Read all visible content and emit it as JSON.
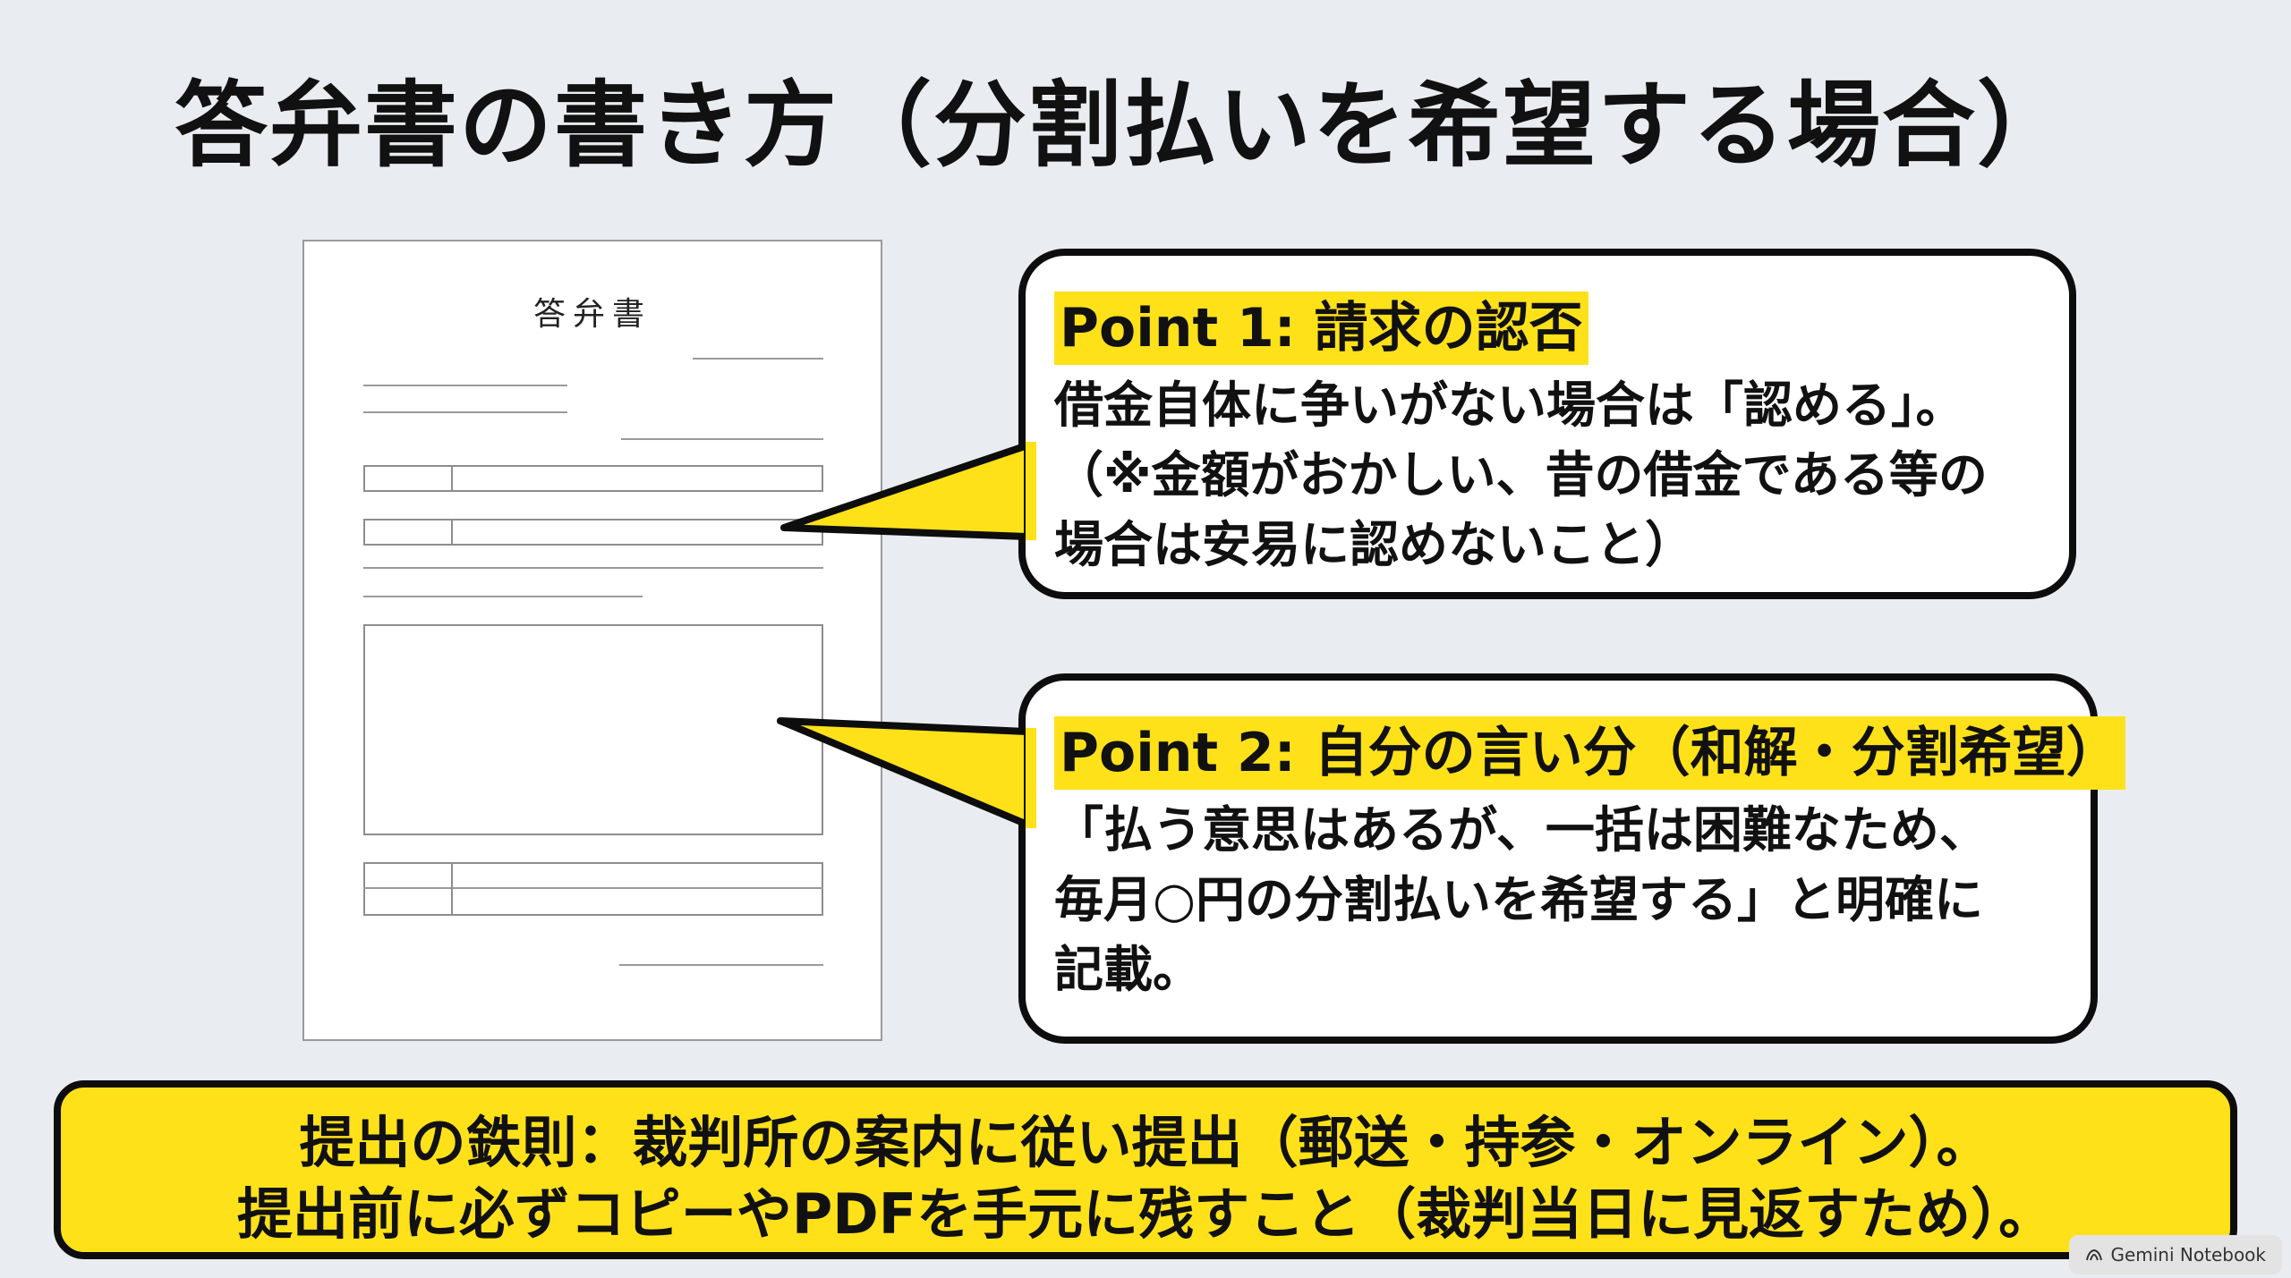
{
  "title": "答弁書の書き方（分割払いを希望する場合）",
  "document": {
    "heading": "答弁書"
  },
  "point1": {
    "heading": "Point 1: 請求の認否",
    "lines": [
      "借金自体に争いがない場合は「認める」。",
      "（※金額がおかしい、昔の借金である等の",
      "場合は安易に認めないこと）"
    ]
  },
  "point2": {
    "heading": "Point 2: 自分の言い分（和解・分割希望）",
    "lines": [
      "「払う意思はあるが、一括は困難なため、",
      "毎月○円の分割払いを希望する」と明確に",
      "記載。"
    ]
  },
  "banner": {
    "lines": [
      "提出の鉄則：裁判所の案内に従い提出（郵送・持参・オンライン）。",
      "提出前に必ずコピーやPDFを手元に残すこと（裁判当日に見返すため）。"
    ]
  },
  "watermark": {
    "label": "Gemini Notebook",
    "icon": "notebook-icon"
  },
  "colors": {
    "highlight": "#ffe11a",
    "outline": "#0d0d0d",
    "background": "#e9ecf0"
  }
}
